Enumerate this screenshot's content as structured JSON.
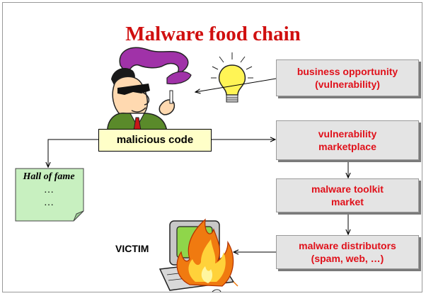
{
  "title": "Malware food chain",
  "boxes": {
    "business_opportunity": [
      "business opportunity",
      "(vulnerability)"
    ],
    "vulnerability_marketplace": [
      "vulnerability",
      "marketplace"
    ],
    "malware_toolkit_market": [
      "malware toolkit",
      "market"
    ],
    "malware_distributors": [
      "malware distributors",
      "(spam, web, …)"
    ]
  },
  "malicious_code": "malicious code",
  "hall_of_fame": {
    "title": "Hall of fame",
    "lines": [
      "…",
      "…"
    ]
  },
  "victim_label": "VICTIM",
  "colors": {
    "title": "#d01010",
    "box_text": "#e0101a",
    "box_fill": "#e4e4e4",
    "malicious_fill": "#ffffc8",
    "note_fill": "#c8f0c0"
  },
  "icons": [
    "hacker-icon",
    "lightbulb-icon",
    "burning-computer-icon"
  ]
}
